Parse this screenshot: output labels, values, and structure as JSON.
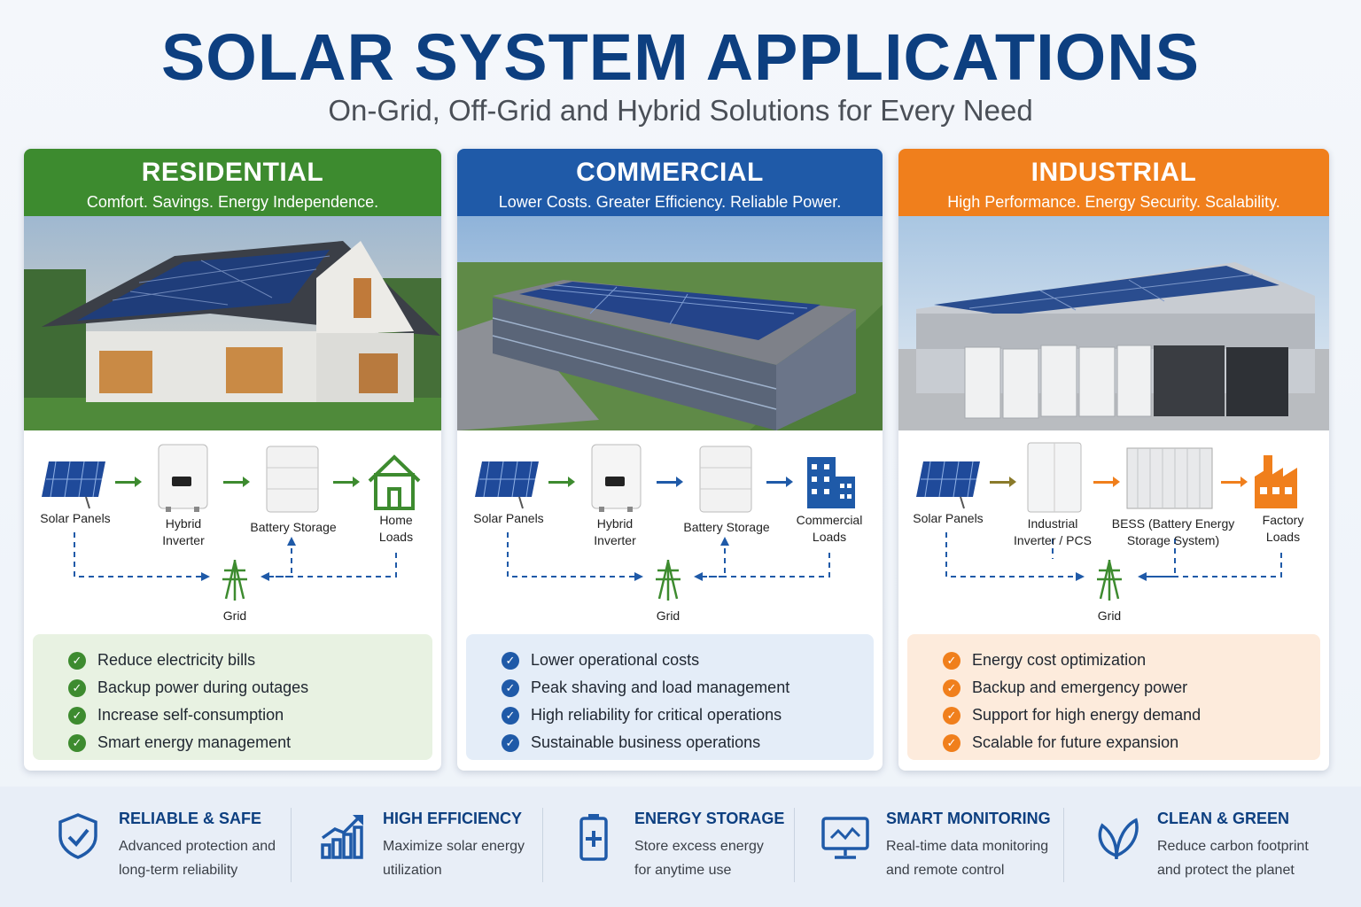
{
  "header": {
    "title": "SOLAR SYSTEM APPLICATIONS",
    "subtitle": "On-Grid, Off-Grid and Hybrid Solutions for Every Need"
  },
  "colors": {
    "residential": "#3d8b2f",
    "commercial": "#1f5aa8",
    "industrial": "#f07f1c",
    "title": "#0d3f80"
  },
  "cards": [
    {
      "title": "RESIDENTIAL",
      "tagline": "Comfort. Savings. Energy Independence.",
      "flow": {
        "n1": "Solar Panels",
        "n2a": "Hybrid",
        "n2b": "Inverter",
        "n3a": "Battery Storage",
        "n3b": "",
        "n4a": "Home",
        "n4b": "Loads",
        "grid": "Grid"
      },
      "benefits": [
        "Reduce electricity bills",
        "Backup power during outages",
        "Increase self-consumption",
        "Smart energy management"
      ]
    },
    {
      "title": "COMMERCIAL",
      "tagline": "Lower Costs. Greater Efficiency. Reliable Power.",
      "flow": {
        "n1": "Solar Panels",
        "n2a": "Hybrid",
        "n2b": "Inverter",
        "n3a": "Battery Storage",
        "n3b": "",
        "n4a": "Commercial",
        "n4b": "Loads",
        "grid": "Grid"
      },
      "benefits": [
        "Lower operational costs",
        "Peak shaving and load management",
        "High reliability for critical operations",
        "Sustainable business operations"
      ]
    },
    {
      "title": "INDUSTRIAL",
      "tagline": "High Performance. Energy Security. Scalability.",
      "flow": {
        "n1": "Solar Panels",
        "n2a": "Industrial",
        "n2b": "Inverter / PCS",
        "n3a": "BESS (Battery Energy",
        "n3b": "Storage System)",
        "n4a": "Factory",
        "n4b": "Loads",
        "grid": "Grid"
      },
      "benefits": [
        "Energy cost optimization",
        "Backup and emergency power",
        "Support for high energy demand",
        "Scalable for future expansion"
      ]
    }
  ],
  "features": [
    {
      "title": "RELIABLE & SAFE",
      "line1": "Advanced protection and",
      "line2": "long-term reliability",
      "icon": "shield-check-icon"
    },
    {
      "title": "HIGH EFFICIENCY",
      "line1": "Maximize solar energy",
      "line2": "utilization",
      "icon": "growth-chart-icon"
    },
    {
      "title": "ENERGY STORAGE",
      "line1": "Store excess energy",
      "line2": "for anytime use",
      "icon": "battery-icon"
    },
    {
      "title": "SMART MONITORING",
      "line1": "Real-time data monitoring",
      "line2": "and remote control",
      "icon": "monitor-icon"
    },
    {
      "title": "CLEAN & GREEN",
      "line1": "Reduce carbon footprint",
      "line2": "and protect the planet",
      "icon": "leaf-icon"
    }
  ]
}
